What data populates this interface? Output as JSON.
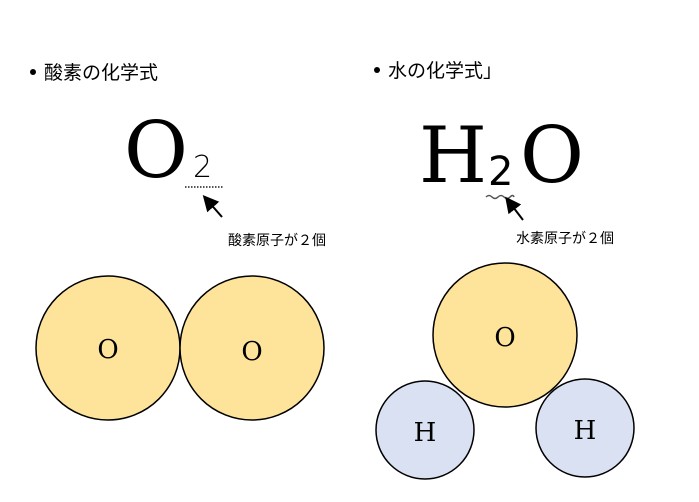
{
  "left": {
    "heading": "酸素の化学式",
    "formula_main": "O",
    "formula_sub": "2",
    "note": "酸素原子が２個",
    "atoms": [
      "O",
      "O"
    ]
  },
  "right": {
    "heading": "水の化学式」",
    "formula_h": "H",
    "formula_sub": "2",
    "formula_o": "O",
    "note": "水素原子が２個",
    "atoms": [
      "O",
      "H",
      "H"
    ]
  },
  "colors": {
    "oxygen_fill": "#fde49a",
    "hydrogen_fill": "#dae1f2",
    "stroke": "#000000"
  }
}
